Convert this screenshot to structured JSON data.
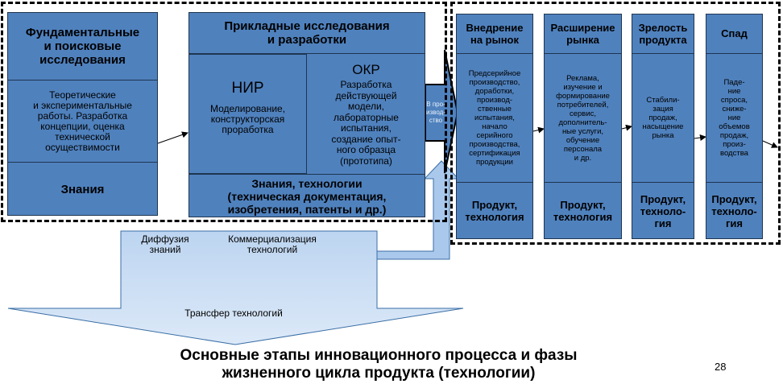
{
  "left_group": {
    "fundamental": {
      "title": "Фундаментальные\nи поисковые\nисследования",
      "body": "Теоретические\nи экспериментальные\nработы. Разработка\nконцепции, оценка\nтехнической\nосуществимости",
      "result": "Знания"
    },
    "applied": {
      "title": "Прикладные исследования\nи разработки",
      "nir_title": "НИР",
      "nir_body": "Моделирование,\nконструкторская\nпроработка",
      "okr_title": "ОКР",
      "okr_body": "Разработка\nдействующей\nмодели,\nлабораторные\nиспытания,\nсоздание опыт-\nного образца\n(прототипа)",
      "result": "Знания, технологии\n(техническая документация,\nизобретения, патенты и др.)"
    }
  },
  "production_label": "В про-\nизвод-\nство",
  "phases": [
    {
      "title": "Внедрение\nна рынок",
      "body": "Предсерийное\nпроизводство,\nдоработки,\nпроизвод-\nственные\nиспытания,\nначало\nсерийного\nпроизводства,\nсертификация\nпродукции",
      "result": "Продукт,\nтехнология"
    },
    {
      "title": "Расширение\nрынка",
      "body": "Реклама,\nизучение и\nформирование\nпотребителей,\nсервис,\nдополнитель-\nные услуги,\nобучение\nперсонала\nи др.",
      "result": "Продукт,\nтехнология"
    },
    {
      "title": "Зрелость\nпродукта",
      "body": "Стабили-\nзация\nпродаж,\nнасыщение\nрынка",
      "result": "Продукт,\nтехноло-\nгия"
    },
    {
      "title": "Спад",
      "body": "Паде-\nние\nспроса,\nсниже-\nние\nобъемов\nпродаж,\nпроиз-\nводства",
      "result": "Продукт,\nтехноло-\nгия"
    }
  ],
  "transfer": {
    "diffusion": "Диффузия\nзнаний",
    "commercialization": "Коммерциализация\nтехнологий",
    "transfer": "Трансфер технологий"
  },
  "footer": {
    "title": "Основные этапы инновационного процесса и фазы\nжизненного цикла продукта (технологии)",
    "page_number": "28"
  },
  "colors": {
    "box_fill": "#4f81bd",
    "arrow_fill": "#bcd6f2",
    "border": "#1f3550"
  }
}
